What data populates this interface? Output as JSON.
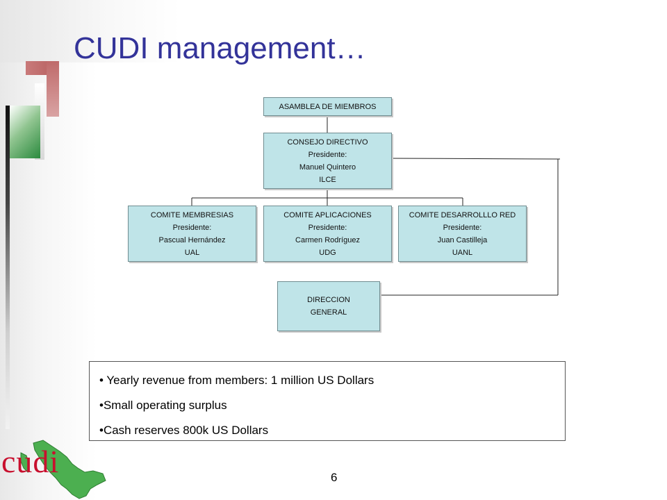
{
  "slide": {
    "title": "CUDI management…",
    "page_number": "6"
  },
  "org_chart": {
    "asamblea": {
      "lines": [
        "ASAMBLEA DE MIEMBROS"
      ]
    },
    "consejo": {
      "lines": [
        "CONSEJO DIRECTIVO",
        "Presidente:",
        "Manuel Quintero",
        "ILCE"
      ]
    },
    "membresias": {
      "lines": [
        "COMITE MEMBRESIAS",
        "Presidente:",
        "Pascual Hernández",
        "UAL"
      ]
    },
    "aplicaciones": {
      "lines": [
        "COMITE APLICACIONES",
        "Presidente:",
        "Carmen Rodríguez",
        "UDG"
      ]
    },
    "desarrollo": {
      "lines": [
        "COMITE DESARROLLLO RED",
        "Presidente:",
        "Juan Castilleja",
        "UANL"
      ]
    },
    "direccion": {
      "lines": [
        "DIRECCION",
        "GENERAL"
      ]
    }
  },
  "summary": {
    "items": [
      "• Yearly revenue from members: 1 million US Dollars",
      "•Small operating surplus",
      "•Cash reserves 800k US Dollars"
    ]
  },
  "logo": {
    "text": "cudi"
  },
  "colors": {
    "title": "#333399",
    "box_fill": "#bfe4e8",
    "logo_red": "#c8102e",
    "logo_green": "#4caf50"
  }
}
